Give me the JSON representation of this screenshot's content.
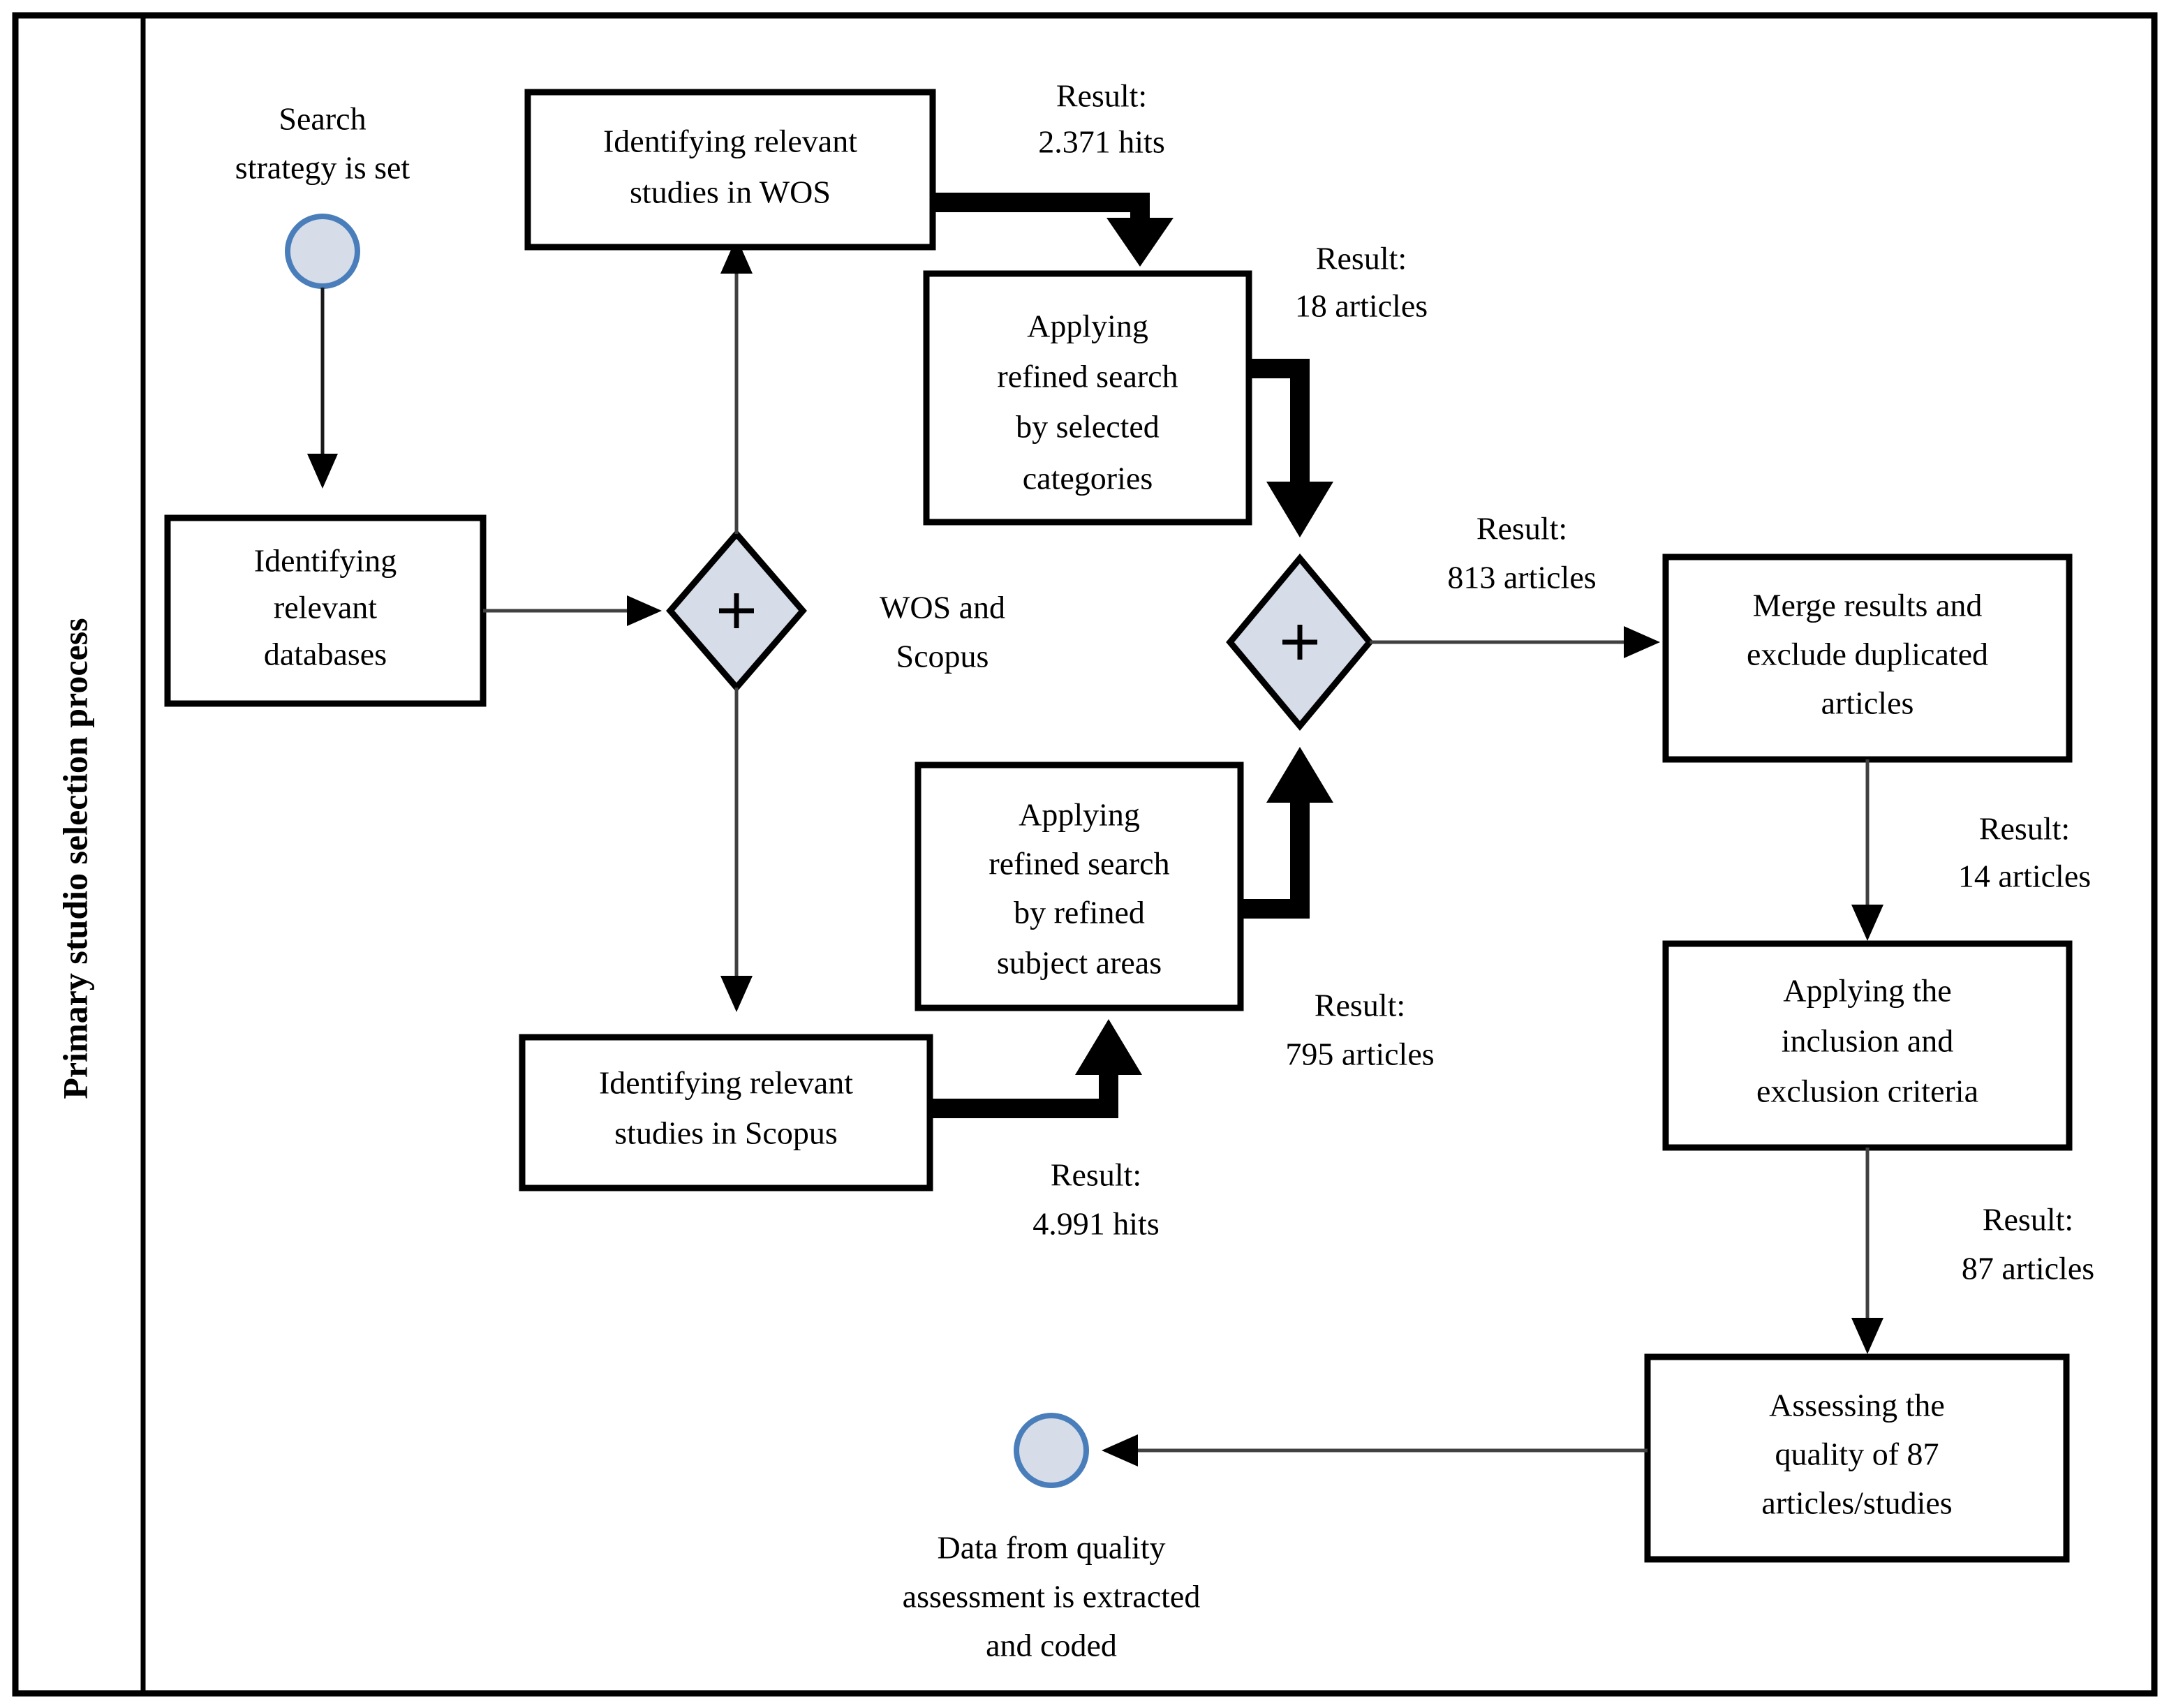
{
  "diagram": {
    "lane_title": "Primary studio selection process",
    "start_event": {
      "label_lines": [
        "Search",
        "strategy is set"
      ],
      "icon": "start-event-circle"
    },
    "end_event": {
      "label_lines": [
        "Data from quality",
        "assessment is extracted",
        "and coded"
      ],
      "icon": "end-event-circle"
    },
    "gateways": [
      {
        "id": "gateway-split",
        "symbol": "+",
        "annotation_lines": [
          "WOS and",
          "Scopus"
        ]
      },
      {
        "id": "gateway-join",
        "symbol": "+",
        "annotation_lines": []
      }
    ],
    "tasks": [
      {
        "id": "identify-databases",
        "lines": [
          "Identifying",
          "relevant",
          "databases"
        ]
      },
      {
        "id": "identify-wos",
        "lines": [
          "Identifying relevant",
          "studies in WOS"
        ]
      },
      {
        "id": "refine-categories",
        "lines": [
          "Applying",
          "refined search",
          "by selected",
          "categories"
        ]
      },
      {
        "id": "identify-scopus",
        "lines": [
          "Identifying relevant",
          "studies in Scopus"
        ]
      },
      {
        "id": "refine-subject-areas",
        "lines": [
          "Applying",
          "refined search",
          "by refined",
          "subject areas"
        ]
      },
      {
        "id": "merge-results",
        "lines": [
          "Merge results and",
          "exclude duplicated",
          "articles"
        ]
      },
      {
        "id": "inclusion-exclusion",
        "lines": [
          "Applying the",
          "inclusion and",
          "exclusion criteria"
        ]
      },
      {
        "id": "assess-quality",
        "lines": [
          "Assessing the",
          "quality of 87",
          "articles/studies"
        ]
      }
    ],
    "edge_labels": [
      {
        "id": "wos-hits",
        "lines": [
          "Result:",
          "2.371 hits"
        ]
      },
      {
        "id": "wos-refined",
        "lines": [
          "Result:",
          "18 articles"
        ]
      },
      {
        "id": "join-output",
        "lines": [
          "Result:",
          "813 articles"
        ]
      },
      {
        "id": "scopus-refined",
        "lines": [
          "Result:",
          "795 articles"
        ]
      },
      {
        "id": "scopus-hits",
        "lines": [
          "Result:",
          "4.991 hits"
        ]
      },
      {
        "id": "merge-output",
        "lines": [
          "Result:",
          "14 articles"
        ]
      },
      {
        "id": "criteria-output",
        "lines": [
          "Result:",
          "87 articles"
        ]
      }
    ],
    "colors": {
      "gateway_fill": "#d6dce8",
      "event_fill": "#d6dce8",
      "event_stroke": "#4a7ebb",
      "box_stroke": "#000000",
      "connector": "#404040",
      "background": "#ffffff"
    }
  }
}
